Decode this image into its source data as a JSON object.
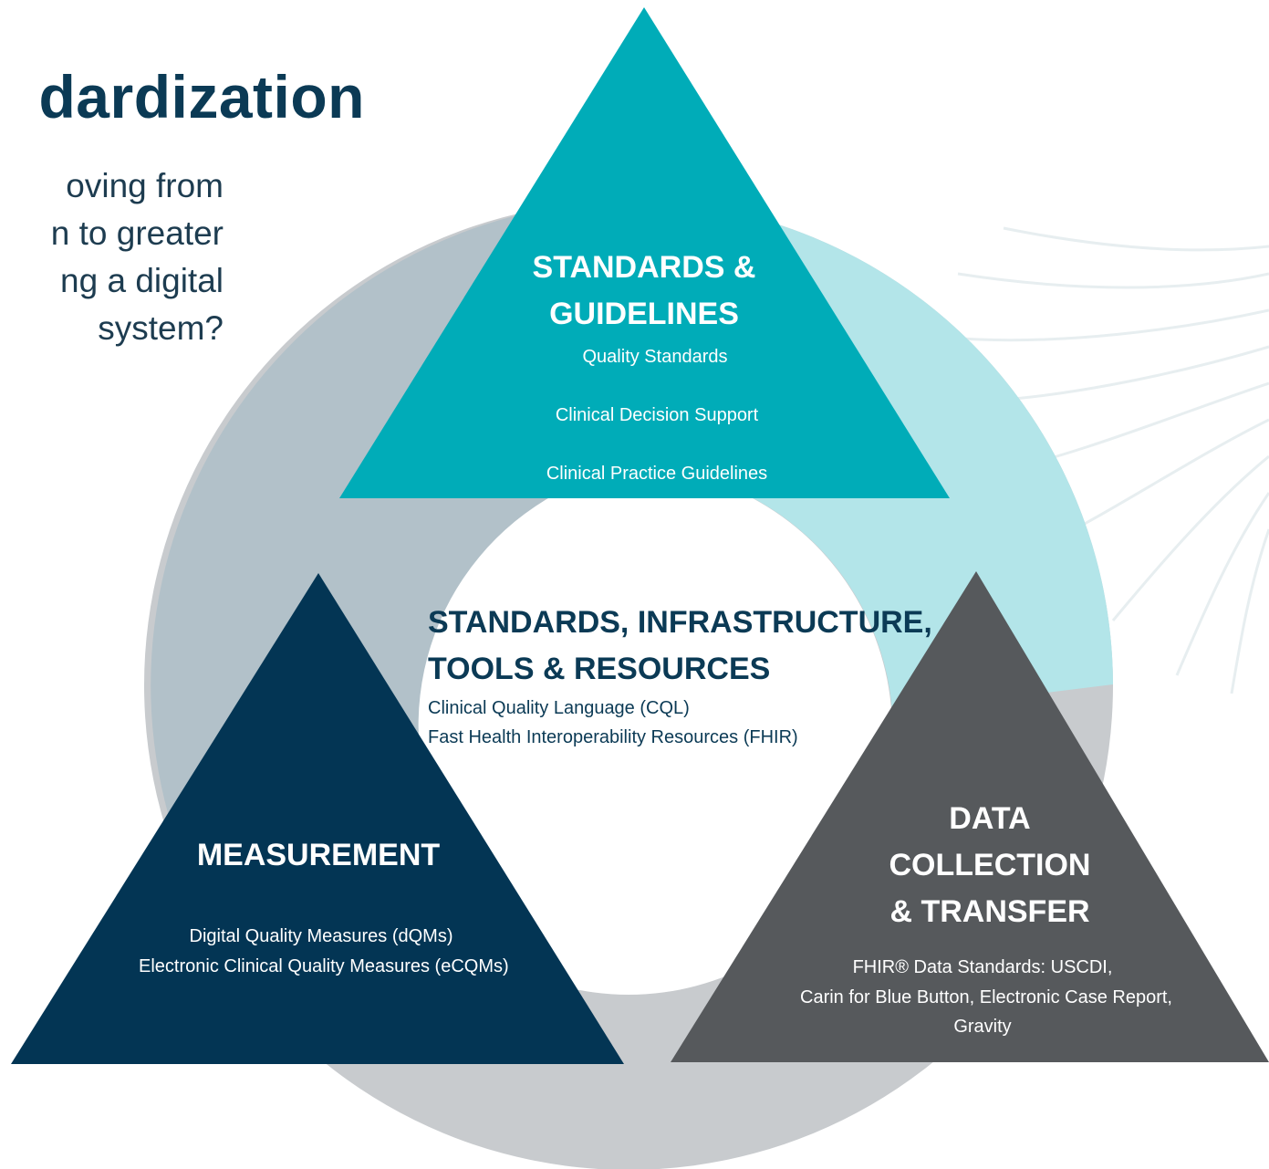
{
  "header": {
    "title": "dardization",
    "subtitle_lines": [
      "oving from",
      "n to greater",
      "ng a digital",
      "system?"
    ]
  },
  "triangles": {
    "top": {
      "heading_lines": [
        "STANDARDS &",
        "GUIDELINES"
      ],
      "items": [
        "Quality Standards",
        "Clinical Decision Support",
        "Clinical Practice Guidelines"
      ],
      "color": "#00acb8"
    },
    "left": {
      "heading": "MEASUREMENT",
      "items": [
        "Digital Quality Measures (dQMs)",
        "Electronic Clinical Quality Measures (eCQMs)"
      ],
      "color": "#033554"
    },
    "right": {
      "heading_lines": [
        "DATA",
        "COLLECTION",
        "& TRANSFER"
      ],
      "items": [
        "FHIR® Data Standards: USCDI,",
        "Carin for Blue Button, Electronic Case Report,",
        "Gravity"
      ],
      "color": "#56595c"
    }
  },
  "core": {
    "heading_lines": [
      "STANDARDS, INFRASTRUCTURE,",
      "TOOLS & RESOURCES"
    ],
    "items": [
      "Clinical Quality Language (CQL)",
      "Fast Health Interoperability Resources (FHIR)"
    ]
  },
  "colors": {
    "ring_gray": "#b2c1c9",
    "ring_lightgray": "#c8cbce",
    "ring_teal_light": "#b3e5e9",
    "accent_navy": "#0b3a55"
  }
}
